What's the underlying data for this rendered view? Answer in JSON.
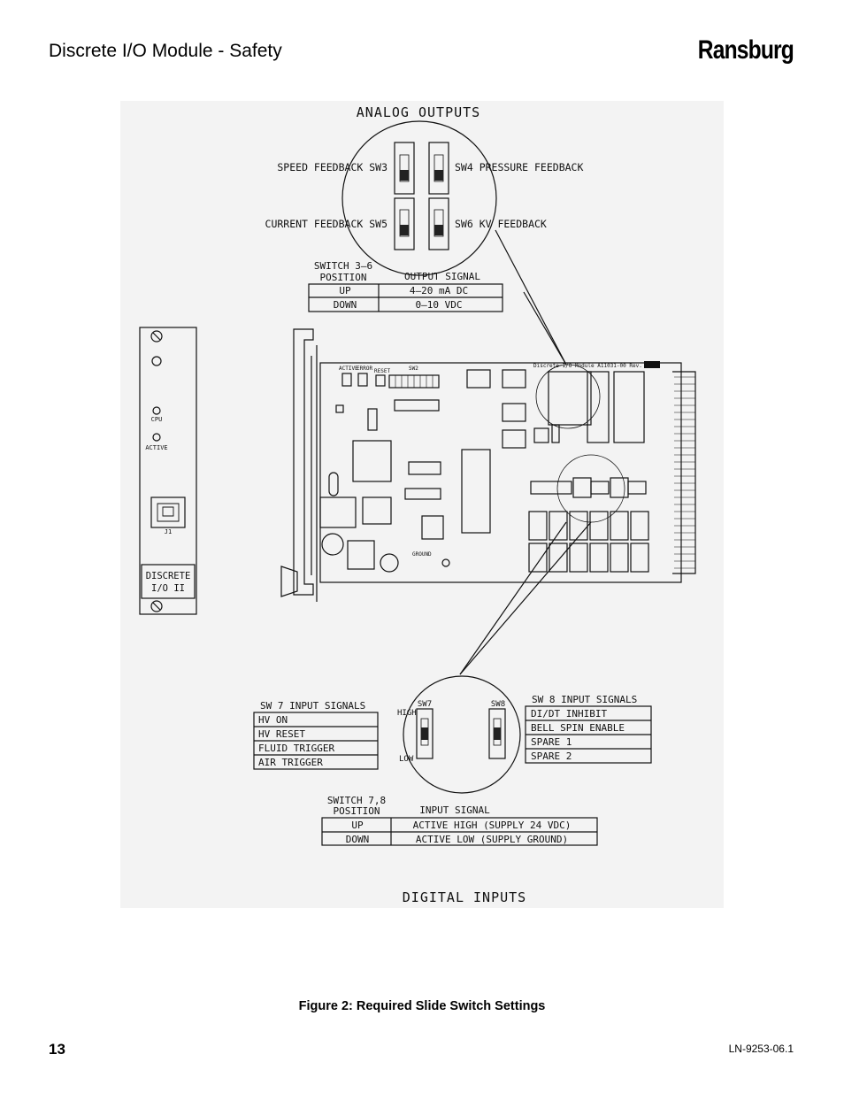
{
  "header": {
    "title": "Discrete I/O Module - Safety",
    "brand": "Ransburg"
  },
  "figure": {
    "analog_outputs_title": "ANALOG OUTPUTS",
    "digital_inputs_title": "DIGITAL INPUTS",
    "sw3_label": "SPEED FEEDBACK SW3",
    "sw4_label": "SW4 PRESSURE FEEDBACK",
    "sw5_label": "CURRENT FEEDBACK SW5",
    "sw6_label": "SW6 KV FEEDBACK",
    "table_3_6": {
      "header_left": [
        "SWITCH 3–6",
        "POSITION"
      ],
      "header_right": "OUTPUT SIGNAL",
      "rows": [
        [
          "UP",
          "4–20 mA DC"
        ],
        [
          "DOWN",
          "0–10 VDC"
        ]
      ]
    },
    "sw7": {
      "title": "SW 7 INPUT SIGNALS",
      "items": [
        "HV ON",
        "HV RESET",
        "FLUID TRIGGER",
        "AIR TRIGGER"
      ]
    },
    "sw8": {
      "title": "SW 8 INPUT SIGNALS",
      "items": [
        "DI/DT INHIBIT",
        "BELL SPIN ENABLE",
        "SPARE 1",
        "SPARE 2"
      ]
    },
    "detail_labels": {
      "sw7": "SW7",
      "sw8": "SW8",
      "high": "HIGH",
      "low": "LOW"
    },
    "table_7_8": {
      "header_left": [
        "SWITCH 7,8",
        "POSITION"
      ],
      "header_right": "INPUT SIGNAL",
      "rows": [
        [
          "UP",
          "ACTIVE HIGH (SUPPLY 24 VDC)"
        ],
        [
          "DOWN",
          "ACTIVE LOW (SUPPLY GROUND)"
        ]
      ]
    },
    "front_panel": {
      "cpu": "CPU",
      "active": "ACTIVE",
      "j1": "J1",
      "name_line1": "DISCRETE",
      "name_line2": "I/O II"
    },
    "board": {
      "board_label": "Discrete I/O Module A11031-00 Rev.",
      "active": "ACTIVE",
      "error": "ERROR",
      "reset": "RESET",
      "sw2": "SW2",
      "ground": "GROUND"
    }
  },
  "caption": "Figure 2:  Required Slide Switch Settings",
  "footer": {
    "page_number": "13",
    "doc_number": "LN-9253-06.1"
  }
}
